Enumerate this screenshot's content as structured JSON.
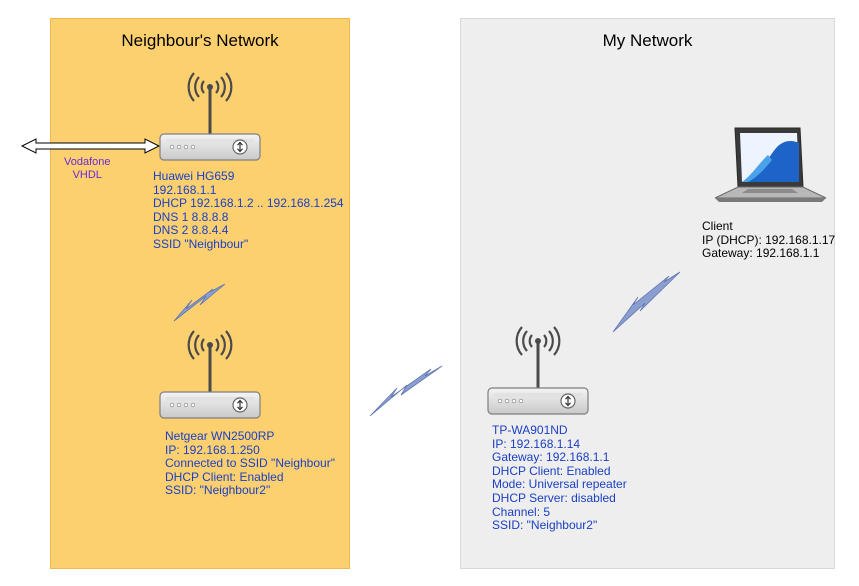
{
  "zones": {
    "neighbour": {
      "title": "Neighbour's Network"
    },
    "mine": {
      "title": "My Network"
    }
  },
  "isp": {
    "line1": "Vodafone",
    "line2": "VHDL"
  },
  "huawei": {
    "name": "Huawei HG659",
    "ip": "192.168.1.1",
    "dhcp": "DHCP 192.168.1.2 .. 192.168.1.254",
    "dns1": "DNS 1   8.8.8.8",
    "dns2": "DNS 2   8.8.4.4",
    "ssid": "SSID \"Neighbour\""
  },
  "netgear": {
    "name": "Netgear WN2500RP",
    "ip": "IP: 192.168.1.250",
    "connected": "Connected to SSID \"Neighbour\"",
    "dhcp_client": "DHCP Client: Enabled",
    "ssid": "SSID: \"Neighbour2\""
  },
  "tplink": {
    "name": "TP-WA901ND",
    "ip": "IP: 192.168.1.14",
    "gateway": "Gateway: 192.168.1.1",
    "dhcp_client": "DHCP Client: Enabled",
    "mode": "Mode: Universal repeater",
    "dhcp_server": "DHCP Server: disabled",
    "channel": "Channel: 5",
    "ssid": "SSID: \"Neighbour2\""
  },
  "client": {
    "name": "Client",
    "ip": "IP (DHCP): 192.168.1.17",
    "gateway": "Gateway: 192.168.1.1"
  },
  "colors": {
    "neighbour_zone": "#fdd06f",
    "my_zone": "#eeeeee",
    "label_blue": "#1a3fc4",
    "isp_purple": "#6a2ad6",
    "wireless_bolt": "#8a9fd0"
  },
  "icons": [
    "router-icon",
    "wifi-antenna-icon",
    "laptop-icon",
    "wireless-link-icon",
    "double-arrow-icon"
  ]
}
